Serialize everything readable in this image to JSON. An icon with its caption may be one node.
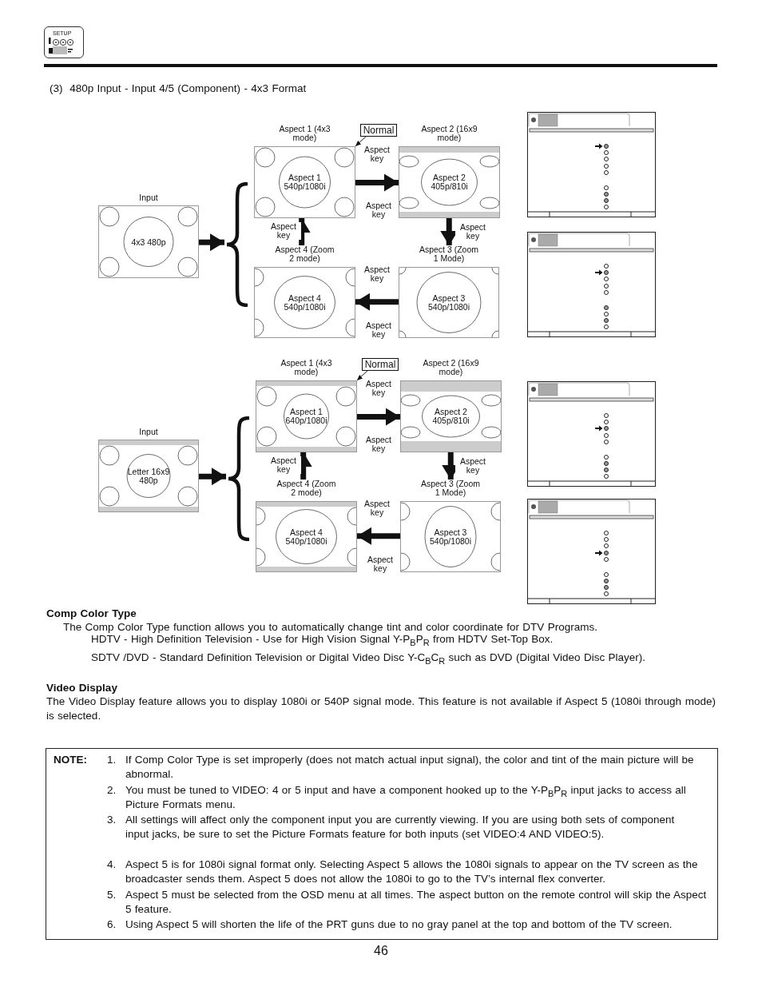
{
  "diagram": {
    "title": "(3)  480p Input - Input 4/5 (Component) - 4x3 Format",
    "nodes": [
      {
        "text": [
          "Input",
          "4x3 480p"
        ]
      },
      {
        "text": [],
        "shape": "brace"
      },
      {
        "text": [
          "Aspect 1 (4x3 mode)",
          "Aspect 1 540p/1080i"
        ]
      },
      {
        "text": [
          "Aspect 2 (16x9 mode)",
          "Aspect 2 405p/810i"
        ]
      },
      {
        "text": [
          "Aspect 3 (Zoom 1 Mode)",
          "Aspect 3 540p/1080i"
        ]
      },
      {
        "text": [
          "Aspect 4 (Zoom 2 mode)",
          "Aspect 4 540p/1080i"
        ]
      },
      {
        "text": [
          "Normal"
        ]
      },
      {
        "text": [
          "Input",
          "Letter 16x9 480p"
        ]
      },
      {
        "text": [],
        "shape": "brace"
      },
      {
        "text": [
          "Aspect 1 (4x3 mode)",
          "Aspect 1 640p/1080i"
        ]
      },
      {
        "text": [
          "Aspect 2 (16x9 mode)",
          "Aspect 2 405p/810i"
        ]
      },
      {
        "text": [
          "Aspect 3 (Zoom 1 Mode)",
          "Aspect 3 540p/1080i"
        ]
      },
      {
        "text": [
          "Aspect 4 (Zoom 2 mode)",
          "Aspect 4 540p/1080i"
        ]
      },
      {
        "text": [
          "Normal"
        ]
      }
    ],
    "edges": [
      {
        "from": 0,
        "to": 1,
        "arrow": "to"
      },
      {
        "from": 2,
        "to": 3,
        "arrow": "to",
        "label": "Aspect key"
      },
      {
        "from": 3,
        "to": 4,
        "arrow": "to",
        "label": "Aspect key"
      },
      {
        "from": 4,
        "to": 5,
        "arrow": "to",
        "label": "Aspect key"
      },
      {
        "from": 5,
        "to": 2,
        "arrow": "to",
        "label": "Aspect key"
      },
      {
        "from": 6,
        "to": 2,
        "arrow": "to"
      },
      {
        "from": 7,
        "to": 8,
        "arrow": "to"
      },
      {
        "from": 9,
        "to": 10,
        "arrow": "to",
        "label": "Aspect key"
      },
      {
        "from": 10,
        "to": 11,
        "arrow": "to",
        "label": "Aspect key"
      },
      {
        "from": 11,
        "to": 12,
        "arrow": "to",
        "label": "Aspect key"
      },
      {
        "from": 12,
        "to": 9,
        "arrow": "to",
        "label": "Aspect key"
      },
      {
        "from": 13,
        "to": 9,
        "arrow": "to"
      }
    ],
    "labels": [
      "SETUP",
      "Aspect key",
      "Aspect key",
      "Aspect key",
      "Aspect key",
      "Comp Color Type",
      "The Comp Color Type function allows you to automatically change tint and color coordinate for DTV Programs.",
      "HDTV - High Definition Television - Use for High Vision Signal Y-P$_{B}$P$_{R}$ from HDTV Set-Top Box.",
      "SDTV /DVD - Standard Definition Television or Digital Video Disc Y-C$_{B}$C$_{R}$ such as DVD (Digital Video Disc Player).",
      "Video Display",
      "The Video Display feature allows you to display 1080i or 540P signal mode.  This feature is not available if Aspect 5 (1080i through mode) is selected.",
      "NOTE:",
      "1.",
      "If Comp Color Type is set improperly (does not match actual input signal), the color and tint of the main picture will be abnormal.",
      "2.",
      "You must be tuned to VIDEO: 4 or 5 input and have a component hooked up to the Y-P$_{B}$P$_{R}$ input jacks to access all Picture Formats menu.",
      "3.",
      "All settings will affect only the component input you are currently viewing.  If you are using both sets of component input jacks, be sure to set the Picture Formats feature for both inputs (set VIDEO:4 AND VIDEO:5).",
      "4.",
      "Aspect 5 is for 1080i signal format only.  Selecting Aspect 5 allows the 1080i signals to appear on the TV screen as the broadcaster sends them.  Aspect 5 does not allow the 1080i to go to the TV’s internal flex converter.",
      "5.",
      "Aspect 5 must be selected from the OSD menu at all times.  The aspect button on the remote control will skip the Aspect 5 feature.",
      "6.",
      "Using Aspect 5 will shorten the life of the PRT guns due to no gray panel at the top and bottom of the TV screen.",
      "46"
    ]
  }
}
